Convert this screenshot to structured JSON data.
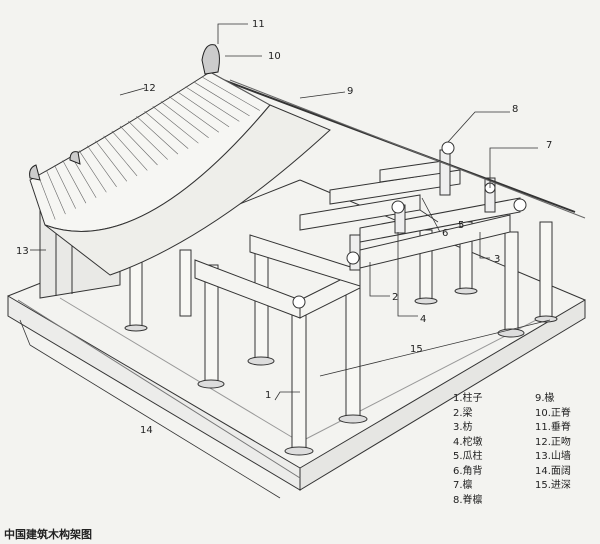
{
  "caption": "中国建筑木构架图",
  "callout_numbers": [
    "1",
    "2",
    "3",
    "4",
    "5",
    "6",
    "7",
    "8",
    "9",
    "10",
    "11",
    "12",
    "13",
    "14",
    "15"
  ],
  "legend": [
    {
      "n": "1.",
      "label": "柱子"
    },
    {
      "n": "2.",
      "label": "梁"
    },
    {
      "n": "3.",
      "label": "枋"
    },
    {
      "n": "4.",
      "label": "柁墩"
    },
    {
      "n": "5.",
      "label": "瓜柱"
    },
    {
      "n": "6.",
      "label": "角背"
    },
    {
      "n": "7.",
      "label": "檩"
    },
    {
      "n": "8.",
      "label": "脊檩"
    },
    {
      "n": "9.",
      "label": "椽"
    },
    {
      "n": "10.",
      "label": "正脊"
    },
    {
      "n": "11.",
      "label": "垂脊"
    },
    {
      "n": "12.",
      "label": "正吻"
    },
    {
      "n": "13.",
      "label": "山墙"
    },
    {
      "n": "14.",
      "label": "面阔"
    },
    {
      "n": "15.",
      "label": "进深"
    }
  ]
}
